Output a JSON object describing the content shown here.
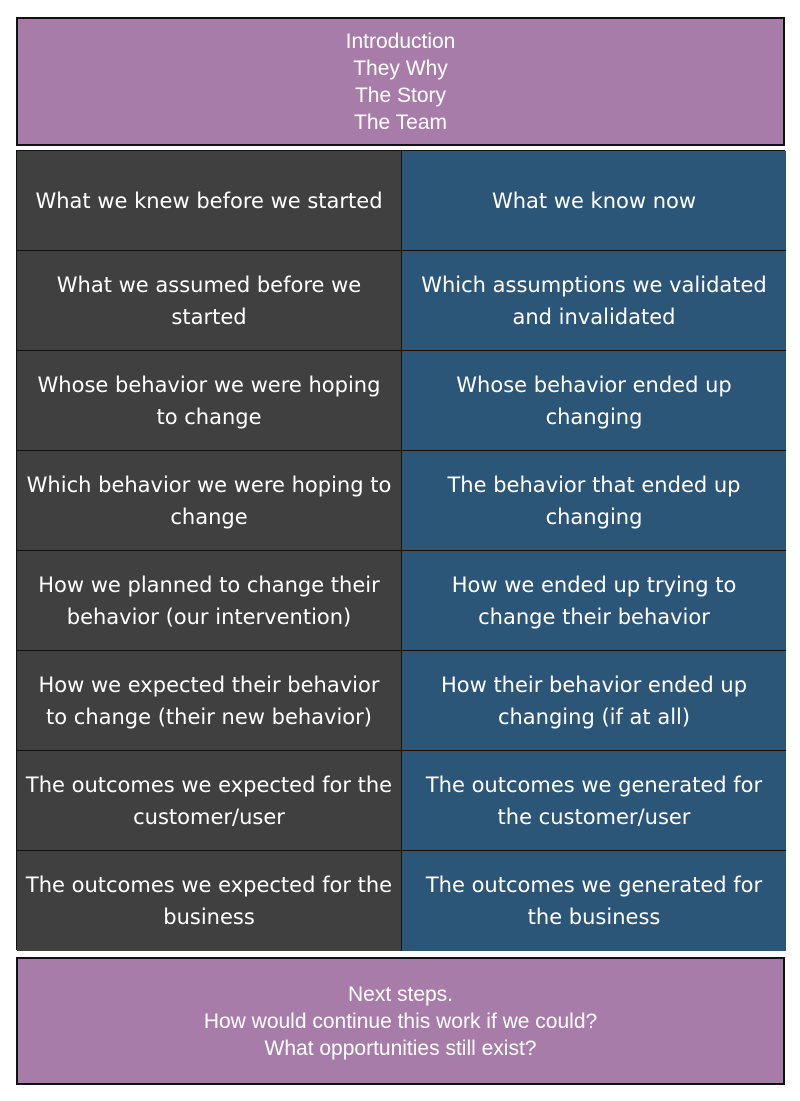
{
  "header": {
    "lines": [
      "Introduction",
      "They Why",
      "The Story",
      "The Team"
    ]
  },
  "rows": [
    {
      "before": "What we knew before we started",
      "after": "What we know now"
    },
    {
      "before": "What we assumed before we started",
      "after": "Which assumptions we validated and invalidated"
    },
    {
      "before": "Whose behavior we were hoping to change",
      "after": "Whose behavior ended up changing"
    },
    {
      "before": "Which behavior we were hoping to change",
      "after": "The behavior that ended up changing"
    },
    {
      "before": "How we planned to change their behavior (our intervention)",
      "after": "How we ended up trying to change their behavior"
    },
    {
      "before": "How we expected their behavior to change (their new behavior)",
      "after": "How their behavior ended up changing (if at all)"
    },
    {
      "before": "The outcomes we expected for the customer/user",
      "after": "The outcomes we generated for the customer/user"
    },
    {
      "before": "The outcomes we expected for the business",
      "after": "The outcomes we generated for the business"
    }
  ],
  "footer": {
    "lines": [
      "Next steps.",
      "How would continue this work if we could?",
      "What opportunities still exist?"
    ]
  },
  "colors": {
    "purple": "#a87ca8",
    "dark_gray": "#404040",
    "blue": "#2b5677"
  }
}
